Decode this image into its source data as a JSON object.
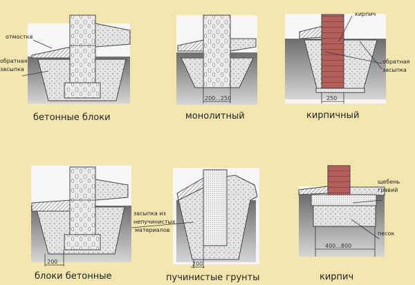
{
  "diagrams": [
    {
      "caption": "бетонные блоки",
      "labels": [
        "отмостка",
        "обратная",
        "засыпка"
      ]
    },
    {
      "caption": "монолитный",
      "dimension": "200...250"
    },
    {
      "caption": "кирпичный",
      "labels": [
        "кирпич",
        "обратная",
        "засыпка"
      ],
      "dimension": "250"
    },
    {
      "caption": "блоки бетонные",
      "dimension": "200"
    },
    {
      "caption": "пучинистые грунты",
      "labels": [
        "засыпка из",
        "непучинистых",
        "материалов"
      ],
      "dimension": "200"
    },
    {
      "caption": "кирпич",
      "labels": [
        "щебень",
        "гравий",
        "песок"
      ],
      "dimension": "400...800"
    }
  ],
  "colors": {
    "background": "#f2e5ae",
    "brick": "#b35f5c",
    "ground": "#8c8c8c",
    "fill": "#e2e2e2"
  }
}
